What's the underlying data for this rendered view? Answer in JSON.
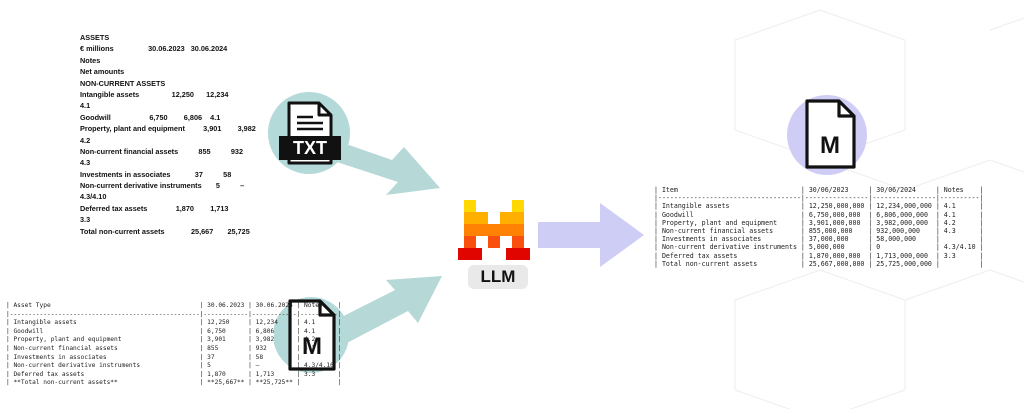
{
  "colors": {
    "arrow_teal": "#b6d8d7",
    "arrow_lavender": "#cdcdf5",
    "circle_teal": "#b3d9d8",
    "circle_lavender": "#cfcdf5",
    "llm_logo": [
      "#ffd800",
      "#ffaf00",
      "#ff8205",
      "#fa500f",
      "#e10500"
    ]
  },
  "icons": {
    "txt_file": "TXT",
    "md_input": "M",
    "md_output": "M",
    "llm_badge": "LLM"
  },
  "text_document": {
    "lines": [
      "ASSETS",
      "€ millions                 30.06.2023   30.06.2024",
      "Notes",
      "Net amounts",
      "NON-CURRENT ASSETS",
      "Intangible assets                12,250      12,234",
      "4.1",
      "Goodwill                   6,750        6,806    4.1",
      "Property, plant and equipment         3,901        3,982",
      "4.2",
      "Non-current financial assets          855          932",
      "4.3",
      "Investments in associates            37          58",
      "Non-current derivative instruments       5          –",
      "4.3/4.10",
      "Deferred tax assets              1,870        1,713",
      "3.3",
      "Total non-current assets             25,667       25,725"
    ]
  },
  "input_markdown_table": {
    "lines": [
      "| Asset Type                                        | 30.06.2023 | 30.06.2024 | Notes    |",
      "|---------------------------------------------------|------------|------------|----------|",
      "| Intangible assets                                 | 12,250     | 12,234     | 4.1      |",
      "| Goodwill                                          | 6,750      | 6,806      | 4.1      |",
      "| Property, plant and equipment                     | 3,901      | 3,982      | 4.2      |",
      "| Non-current financial assets                      | 855        | 932        | 4.3      |",
      "| Investments in associates                         | 37         | 58         |          |",
      "| Non-current derivative instruments                | 5          | –          | 4.3/4.10 |",
      "| Deferred tax assets                               | 1,870      | 1,713      | 3.3      |",
      "| **Total non-current assets**                      | **25,667** | **25,725** |          |"
    ]
  },
  "output_markdown_table": {
    "lines": [
      "| Item                               | 30/06/2023     | 30/06/2024     | Notes    |",
      "|------------------------------------|----------------|----------------|----------|",
      "| Intangible assets                  | 12,250,000,000 | 12,234,000,000 | 4.1      |",
      "| Goodwill                           | 6,750,000,000  | 6,806,000,000  | 4.1      |",
      "| Property, plant and equipment      | 3,901,000,000  | 3,982,000,000  | 4.2      |",
      "| Non-current financial assets       | 855,000,000    | 932,000,000    | 4.3      |",
      "| Investments in associates          | 37,000,000     | 58,000,000     |          |",
      "| Non-current derivative instruments | 5,000,000      | 0              | 4.3/4.10 |",
      "| Deferred tax assets                | 1,870,000,000  | 1,713,000,000  | 3.3      |",
      "| Total non-current assets           | 25,667,000,000 | 25,725,000,000 |          |"
    ]
  }
}
